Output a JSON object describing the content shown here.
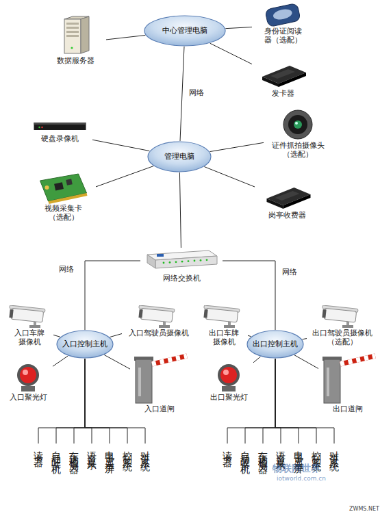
{
  "diagram": {
    "nodes": [
      {
        "text": [
          "中心管理电脑"
        ]
      },
      {
        "text": [
          "数据服务器"
        ]
      },
      {
        "text": [
          "身份证阅读器（选配）"
        ]
      },
      {
        "text": [
          "发卡器"
        ]
      },
      {
        "text": [
          "硬盘录像机"
        ]
      },
      {
        "text": [
          "管理电脑"
        ]
      },
      {
        "text": [
          "证件抓拍摄像头（选配）"
        ]
      },
      {
        "text": [
          "视频采集卡（选配）"
        ]
      },
      {
        "text": [
          "岗亭收费器"
        ]
      },
      {
        "text": [
          "网络交换机"
        ]
      },
      {
        "text": [
          "入口控制主机"
        ]
      },
      {
        "text": [
          "入口车牌摄像机"
        ]
      },
      {
        "text": [
          "入口驾驶员摄像机"
        ]
      },
      {
        "text": [
          "入口聚光灯"
        ]
      },
      {
        "text": [
          "入口道闸"
        ]
      },
      {
        "text": [
          "出口控制主机"
        ]
      },
      {
        "text": [
          "出口车牌摄像机"
        ]
      },
      {
        "text": [
          "出口驾驶员摄像机（选配）"
        ]
      },
      {
        "text": [
          "出口聚光灯"
        ]
      },
      {
        "text": [
          "出口道闸"
        ]
      },
      {
        "text": [
          "读卡器"
        ]
      },
      {
        "text": [
          "自动吐卡机"
        ]
      },
      {
        "text": [
          "车辆检测器"
        ]
      },
      {
        "text": [
          "语音提示"
        ]
      },
      {
        "text": [
          "电子显示屏"
        ]
      },
      {
        "text": [
          "控制系统"
        ]
      },
      {
        "text": [
          "对讲系统"
        ]
      },
      {
        "text": [
          "读卡器"
        ]
      },
      {
        "text": [
          "自动收卡机"
        ]
      },
      {
        "text": [
          "车辆检测器"
        ]
      },
      {
        "text": [
          "语音提示"
        ]
      },
      {
        "text": [
          "电子显示屏"
        ]
      },
      {
        "text": [
          "控制系统"
        ]
      },
      {
        "text": [
          "对讲系统"
        ]
      }
    ],
    "edges": [
      {
        "from": 0,
        "to": 1,
        "arrow": "none"
      },
      {
        "from": 0,
        "to": 2,
        "arrow": "none"
      },
      {
        "from": 0,
        "to": 3,
        "arrow": "none"
      },
      {
        "from": 0,
        "to": 5,
        "label": "网络",
        "arrow": "none"
      },
      {
        "from": 5,
        "to": 4,
        "arrow": "none"
      },
      {
        "from": 5,
        "to": 6,
        "arrow": "none"
      },
      {
        "from": 5,
        "to": 7,
        "arrow": "none"
      },
      {
        "from": 5,
        "to": 8,
        "arrow": "none"
      },
      {
        "from": 5,
        "to": 9,
        "arrow": "none"
      },
      {
        "from": 9,
        "to": 10,
        "label": "网络",
        "arrow": "none"
      },
      {
        "from": 9,
        "to": 15,
        "label": "网络",
        "arrow": "none"
      },
      {
        "from": 10,
        "to": 11,
        "arrow": "none"
      },
      {
        "from": 10,
        "to": 12,
        "arrow": "none"
      },
      {
        "from": 10,
        "to": 13,
        "arrow": "none"
      },
      {
        "from": 10,
        "to": 14,
        "arrow": "none"
      },
      {
        "from": 15,
        "to": 16,
        "arrow": "none"
      },
      {
        "from": 15,
        "to": 17,
        "arrow": "none"
      },
      {
        "from": 15,
        "to": 18,
        "arrow": "none"
      },
      {
        "from": 15,
        "to": 19,
        "arrow": "none"
      },
      {
        "from": 10,
        "to": 20,
        "arrow": "none"
      },
      {
        "from": 10,
        "to": 21,
        "arrow": "none"
      },
      {
        "from": 10,
        "to": 22,
        "arrow": "none"
      },
      {
        "from": 10,
        "to": 23,
        "arrow": "none"
      },
      {
        "from": 10,
        "to": 24,
        "arrow": "none"
      },
      {
        "from": 10,
        "to": 25,
        "arrow": "none"
      },
      {
        "from": 10,
        "to": 26,
        "arrow": "none"
      },
      {
        "from": 15,
        "to": 27,
        "arrow": "none"
      },
      {
        "from": 15,
        "to": 28,
        "arrow": "none"
      },
      {
        "from": 15,
        "to": 29,
        "arrow": "none"
      },
      {
        "from": 15,
        "to": 30,
        "arrow": "none"
      },
      {
        "from": 15,
        "to": 31,
        "arrow": "none"
      },
      {
        "from": 15,
        "to": 32,
        "arrow": "none"
      },
      {
        "from": 15,
        "to": 33,
        "arrow": "none"
      }
    ],
    "labels": [
      "物联网世界",
      "iotworld.com.cn",
      "ZWMS.NET"
    ]
  }
}
